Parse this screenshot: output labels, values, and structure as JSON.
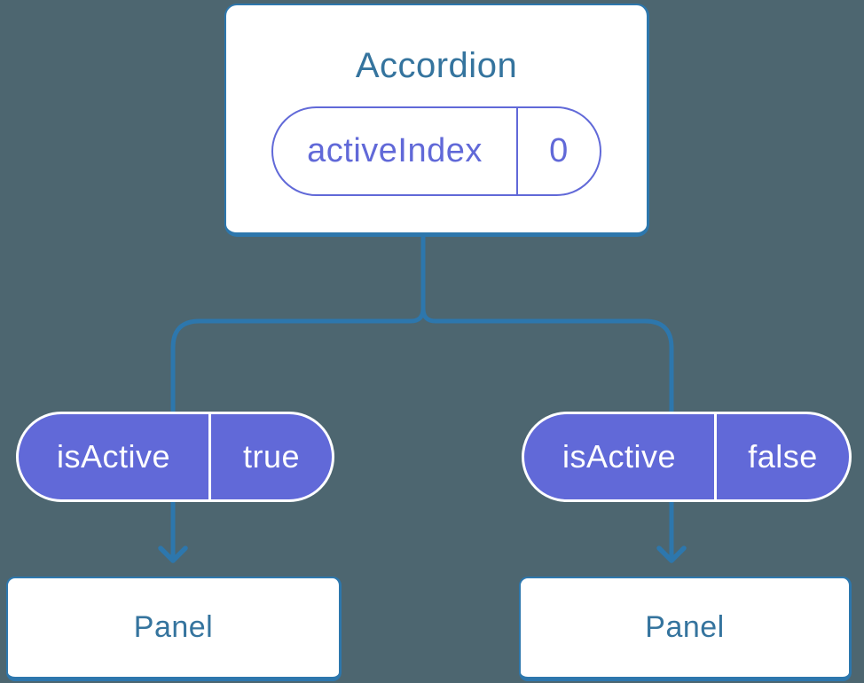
{
  "colors": {
    "background": "#4d6670",
    "connector_blue": "#2d77ad",
    "component_title_blue": "#35749e",
    "prop_purple": "#6169d8",
    "pill_text": "#ffffff"
  },
  "tree": {
    "root": {
      "title": "Accordion",
      "state": {
        "name": "activeIndex",
        "value": "0"
      }
    },
    "children": [
      {
        "prop": {
          "name": "isActive",
          "value": "true"
        },
        "component": "Panel"
      },
      {
        "prop": {
          "name": "isActive",
          "value": "false"
        },
        "component": "Panel"
      }
    ]
  }
}
